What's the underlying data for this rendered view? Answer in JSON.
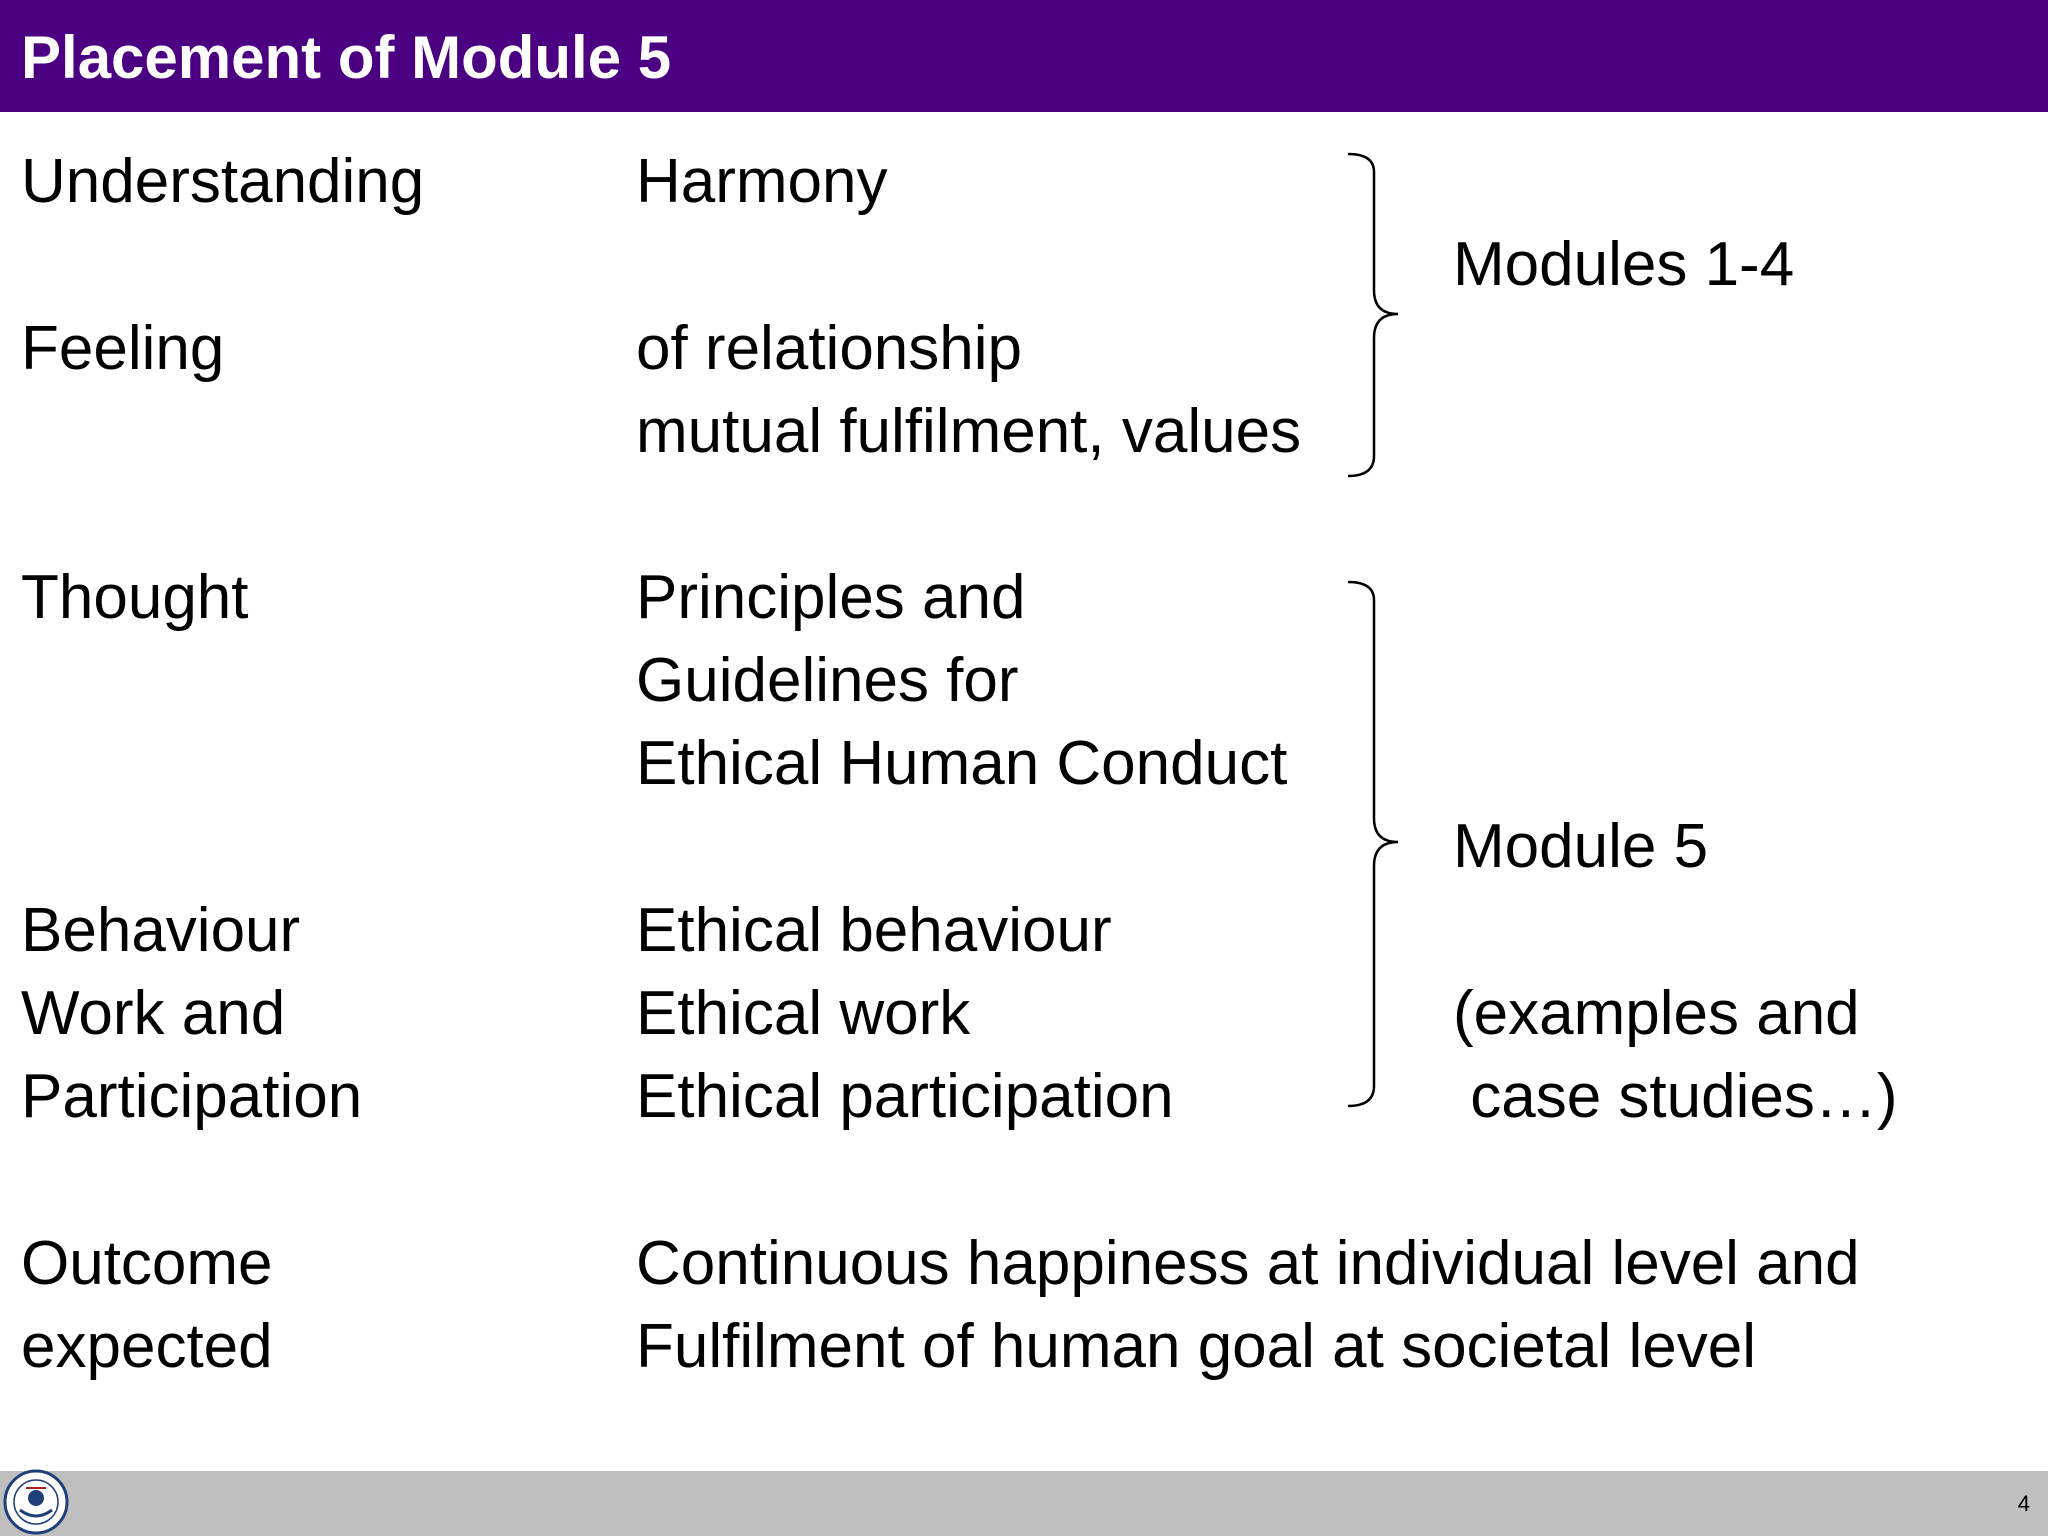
{
  "slide": {
    "title": "Placement of Module 5",
    "page_number": "4"
  },
  "rows": [
    {
      "left": "Understanding",
      "middle": "Harmony"
    },
    {
      "left": "Feeling",
      "middle": "of relationship"
    },
    {
      "left": "",
      "middle": "mutual fulfilment, values"
    },
    {
      "left": "Thought",
      "middle": "Principles and"
    },
    {
      "left": "",
      "middle": "Guidelines for"
    },
    {
      "left": "",
      "middle": "Ethical Human Conduct"
    },
    {
      "left": "Behaviour",
      "middle": "Ethical behaviour"
    },
    {
      "left": "Work and",
      "middle": "Ethical work"
    },
    {
      "left": "Participation",
      "middle": "Ethical participation"
    },
    {
      "left": "Outcome",
      "middle": "Continuous happiness at individual level and"
    },
    {
      "left": "expected",
      "middle": "Fulfilment of human goal at societal level"
    }
  ],
  "groups": {
    "modules_1_4": "Modules 1-4",
    "module_5": "Module 5",
    "examples_line1": "(examples and",
    "examples_line2": " case studies…)"
  },
  "colors": {
    "title_bar": "#4b0082",
    "title_text": "#ffffff",
    "footer": "#bfbfbf"
  },
  "icons": {
    "footer_logo": "universal-human-values-logo-icon"
  }
}
